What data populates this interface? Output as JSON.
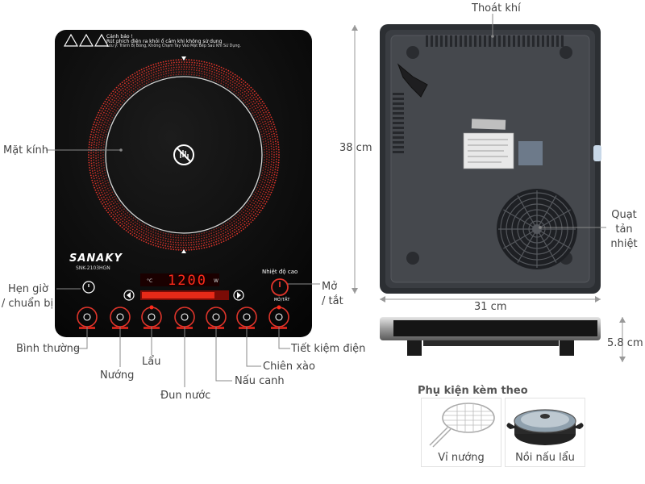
{
  "callouts": {
    "mat_kinh": "Mặt kính",
    "hen_gio_l1": "Hẹn giờ",
    "hen_gio_l2": "/ chuẩn bị",
    "binh_thuong": "Bình thường",
    "nuong": "Nướng",
    "lau": "Lẩu",
    "dun_nuoc": "Đun nước",
    "nau_canh": "Nấu canh",
    "chien_xao": "Chiên xào",
    "tiet_kiem": "Tiết kiệm điện",
    "mo_tat_l1": "Mở",
    "mo_tat_l2": "/ tắt",
    "thoat_khi": "Thoát khí",
    "quat_l1": "Quạt",
    "quat_l2": "tản",
    "quat_l3": "nhiệt"
  },
  "dimensions": {
    "height": "38 cm",
    "width": "31 cm",
    "thickness": "5.8 cm"
  },
  "panel": {
    "brand": "SANAKY",
    "model": "SNK-2103HGN",
    "display": "1200",
    "unit_c": "°C",
    "unit_w": "W",
    "temp_label": "Nhiệt độ cao",
    "power_label": "MỞ/TẮT",
    "warning_title": "Cảnh báo !",
    "warning_l1": "Rút phích điện ra khỏi ổ cắm khi không sử dụng",
    "warning_l2": "Lưu ý: Tránh Bị Bỏng, Không Chạm Tay Vào Mặt Bếp Sau Khi Sử Dụng."
  },
  "accessories": {
    "title": "Phụ kiện kèm theo",
    "items": [
      {
        "label": "Vỉ nướng",
        "icon": "grill-rack-icon"
      },
      {
        "label": "Nồi nấu lẩu",
        "icon": "hotpot-icon"
      }
    ]
  },
  "colors": {
    "cooktop": "#0b0b0b",
    "ring": "#e0352b",
    "display_red": "#ff2a1a",
    "underside": "#3a3d42"
  }
}
